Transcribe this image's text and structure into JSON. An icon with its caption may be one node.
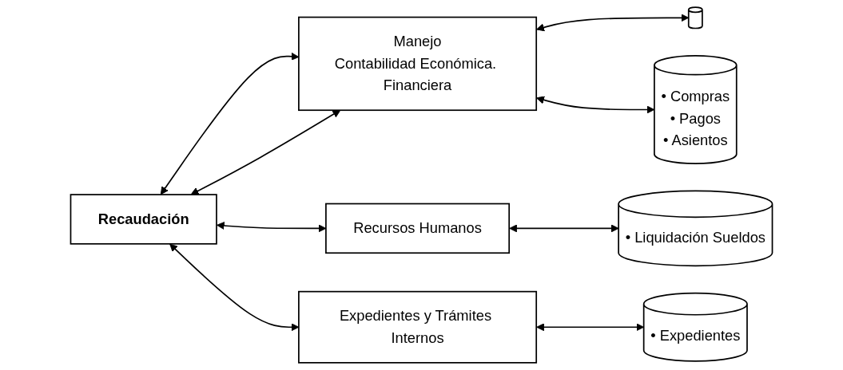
{
  "diagram": {
    "nodes": [
      {
        "text": [
          "Recaudación"
        ]
      },
      {
        "text": [
          "Manejo",
          "Contabilidad Económica. Financiera"
        ]
      },
      {
        "text": [],
        "shape": "cylinder"
      },
      {
        "text": [
          "• Compras",
          "• Pagos",
          "• Asientos"
        ]
      },
      {
        "text": [
          "Recursos Humanos"
        ]
      },
      {
        "text": [
          "• Liquidación Sueldos"
        ]
      },
      {
        "text": [
          "Expedientes y Trámites Internos"
        ]
      },
      {
        "text": [
          "• Expedientes"
        ]
      }
    ],
    "edges": [
      {
        "from": 0,
        "to": 1,
        "arrow": "both"
      },
      {
        "from": 0,
        "to": 1,
        "arrow": "both"
      },
      {
        "from": 1,
        "to": 2,
        "arrow": "both"
      },
      {
        "from": 1,
        "to": 3,
        "arrow": "both"
      },
      {
        "from": 0,
        "to": 4,
        "arrow": "both"
      },
      {
        "from": 4,
        "to": 5,
        "arrow": "both"
      },
      {
        "from": 0,
        "to": 6,
        "arrow": "both"
      },
      {
        "from": 6,
        "to": 7,
        "arrow": "both"
      }
    ]
  }
}
